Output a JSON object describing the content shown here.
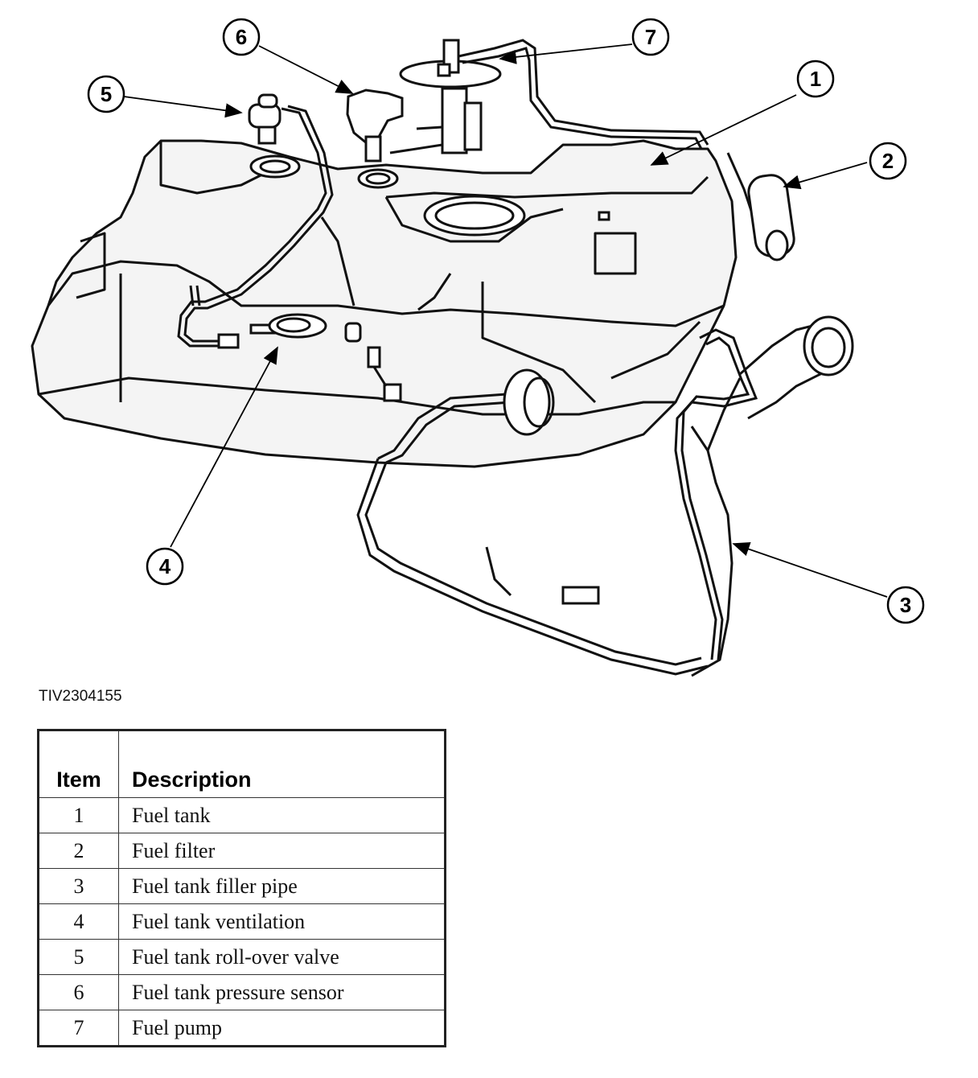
{
  "figure_code": "TIV2304155",
  "callouts": [
    "1",
    "2",
    "3",
    "4",
    "5",
    "6",
    "7"
  ],
  "table": {
    "headers": {
      "item": "Item",
      "description": "Description"
    },
    "rows": [
      {
        "item": "1",
        "description": "Fuel tank"
      },
      {
        "item": "2",
        "description": "Fuel filter"
      },
      {
        "item": "3",
        "description": "Fuel tank filler pipe"
      },
      {
        "item": "4",
        "description": "Fuel tank ventilation"
      },
      {
        "item": "5",
        "description": "Fuel tank roll-over valve"
      },
      {
        "item": "6",
        "description": "Fuel tank pressure sensor"
      },
      {
        "item": "7",
        "description": "Fuel pump"
      }
    ]
  }
}
